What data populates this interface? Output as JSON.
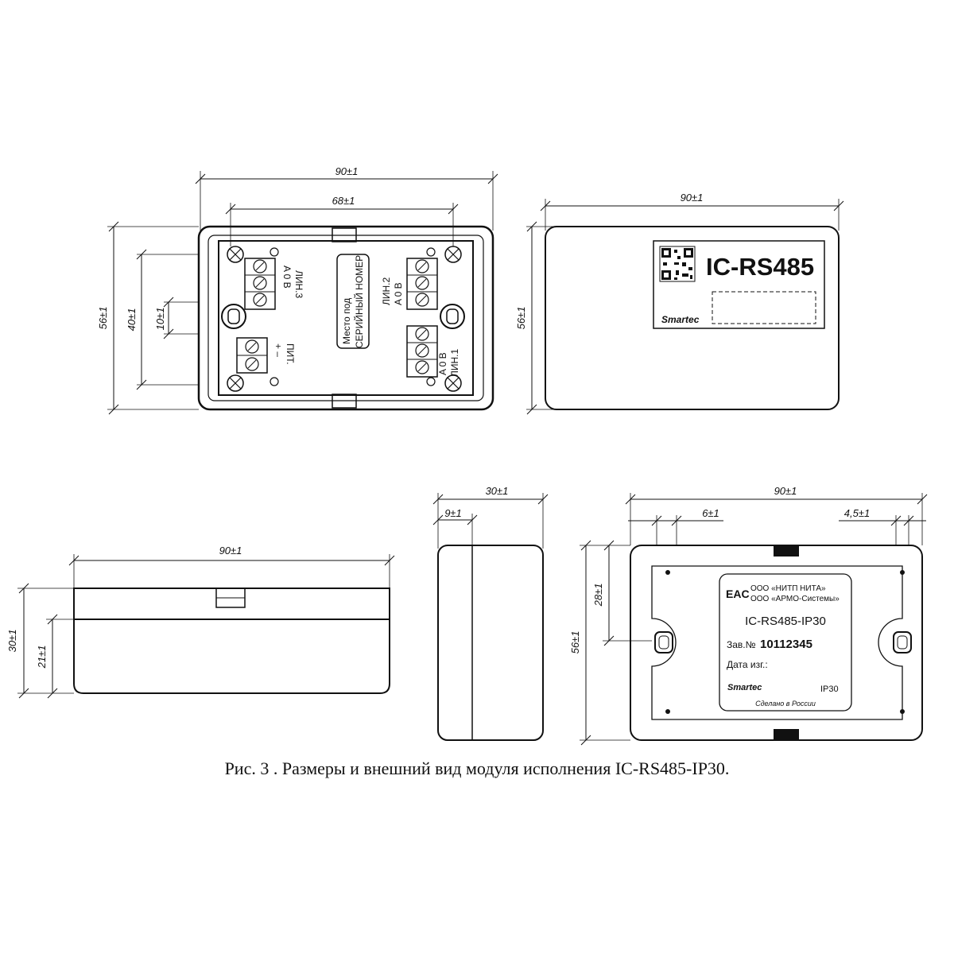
{
  "top_view": {
    "dim_width": "90±1",
    "dim_inner": "68±1",
    "dim_height": "56±1",
    "dim_mount": "40±1",
    "dim_slot": "10±1",
    "line3": {
      "title": "ЛИН.3",
      "pins": "A  0  B"
    },
    "line2": {
      "title": "ЛИН.2",
      "pins": "A  0  B"
    },
    "line1": {
      "title": "ЛИН.1",
      "pins": "A  0  B"
    },
    "power": {
      "title": "ПИТ.",
      "pins": "+  –"
    },
    "serial_place": {
      "line1": "Место под",
      "line2": "СЕРИЙНЫЙ НОМЕР"
    }
  },
  "front_view": {
    "dim_width": "90±1",
    "dim_height": "56±1",
    "model": "IC-RS485",
    "brand": "Smartec"
  },
  "side_view": {
    "dim_width": "90±1",
    "dim_height": "30±1",
    "dim_base": "21±1"
  },
  "end_view": {
    "dim_depth": "30±1",
    "dim_lid": "9±1"
  },
  "back_view": {
    "dim_width": "90±1",
    "dim_left": "6±1",
    "dim_right": "4,5±1",
    "dim_height": "56±1",
    "dim_hole": "28±1",
    "label": {
      "company1": "ООО «НИТП НИТА»",
      "company2": "ООО «АРМО-Системы»",
      "eac": "EAC",
      "model": "IC-RS485-IP30",
      "serial_label": "Зав.№",
      "serial": "10112345",
      "date_label": "Дата изг.:",
      "brand": "Smartec",
      "ip": "IP30",
      "made_in": "Сделано в России"
    }
  },
  "caption": "Рис. 3 . Размеры и внешний вид модуля исполнения IC-RS485-IP30."
}
